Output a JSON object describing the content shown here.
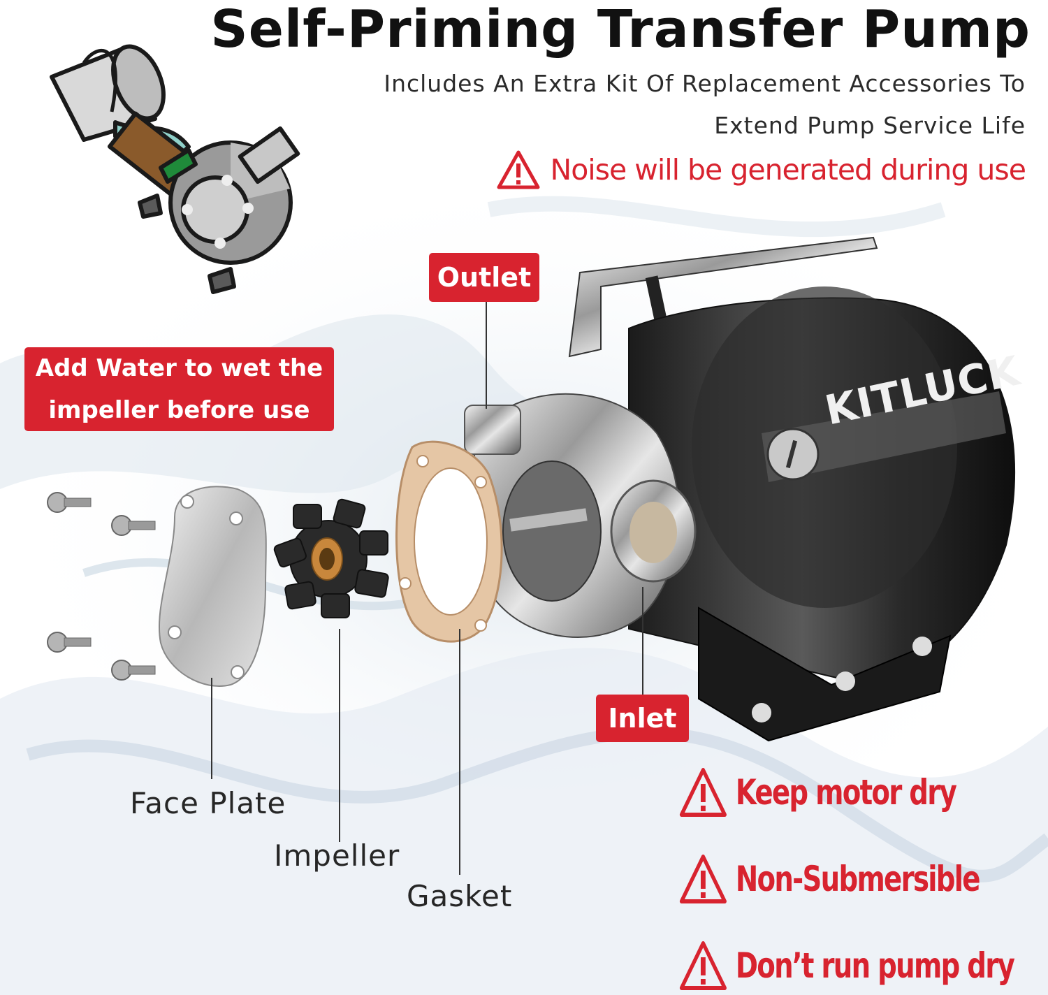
{
  "header": {
    "title": "Self-Priming Transfer Pump",
    "subtitle_line1": "Includes An Extra Kit Of Replacement Accessories To",
    "subtitle_line2": "Extend Pump Service Life",
    "noise_warning": "Noise will be generated during use"
  },
  "callouts": {
    "outlet": "Outlet",
    "inlet": "Inlet",
    "add_water_line1": "Add Water to wet the",
    "add_water_line2": "impeller before use"
  },
  "parts": {
    "face_plate": "Face Plate",
    "impeller": "Impeller",
    "gasket": "Gasket"
  },
  "brand": {
    "logo_text": "KITLUCK"
  },
  "warnings": [
    {
      "text": "Keep motor dry"
    },
    {
      "text": "Non-Submersible"
    },
    {
      "text": "Don’t run pump dry"
    }
  ],
  "colors": {
    "accent_red": "#d8232f",
    "text_dark": "#111111",
    "water_tint": "#c9d6e3"
  },
  "icons": [
    "warning-triangle-icon",
    "bucket-pour-icon"
  ]
}
